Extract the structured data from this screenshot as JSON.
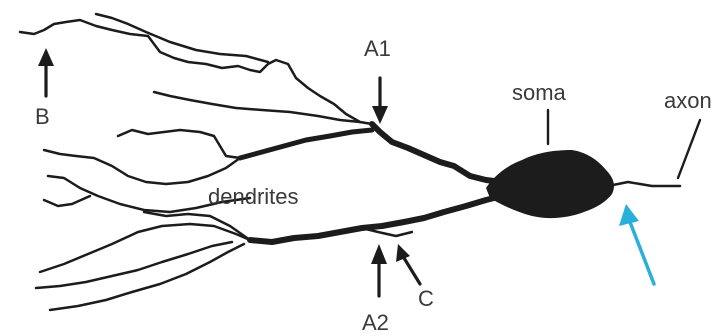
{
  "labels": {
    "B": "B",
    "A1": "A1",
    "soma": "soma",
    "axon": "axon",
    "dendrites": "dendrites",
    "A2": "A2",
    "C": "C"
  },
  "colors": {
    "ink": "#1c1c1c",
    "label_text": "#3a3a3a",
    "highlight_arrow": "#2ab0d8",
    "background": "#ffffff"
  }
}
